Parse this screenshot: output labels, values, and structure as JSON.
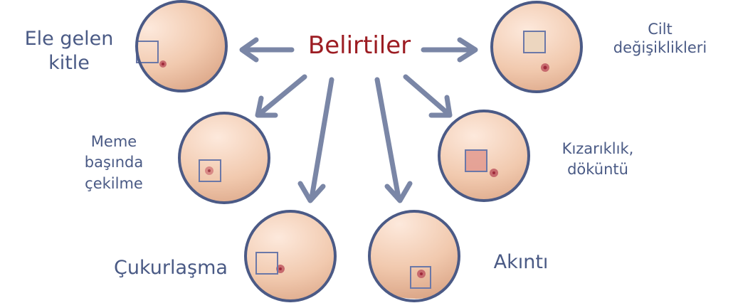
{
  "diagram": {
    "title": "Belirtiler",
    "arrow_color": "#7a86a6",
    "ring_color": "#4b5a86",
    "label_color": "#4a5a85",
    "title_color": "#9c1c22",
    "symptoms": [
      {
        "id": "lump",
        "label_lines": [
          "Ele gelen",
          "kitle"
        ]
      },
      {
        "id": "skin-changes",
        "label_lines": [
          "Cilt",
          "değişiklikleri"
        ]
      },
      {
        "id": "nipple-retraction",
        "label_lines": [
          "Meme",
          "başında",
          "çekilme"
        ]
      },
      {
        "id": "redness-rash",
        "label_lines": [
          "Kızarıklık,",
          "döküntü"
        ]
      },
      {
        "id": "dimpling",
        "label_lines": [
          "Çukurlaşma"
        ]
      },
      {
        "id": "discharge",
        "label_lines": [
          "Akıntı"
        ]
      }
    ]
  }
}
